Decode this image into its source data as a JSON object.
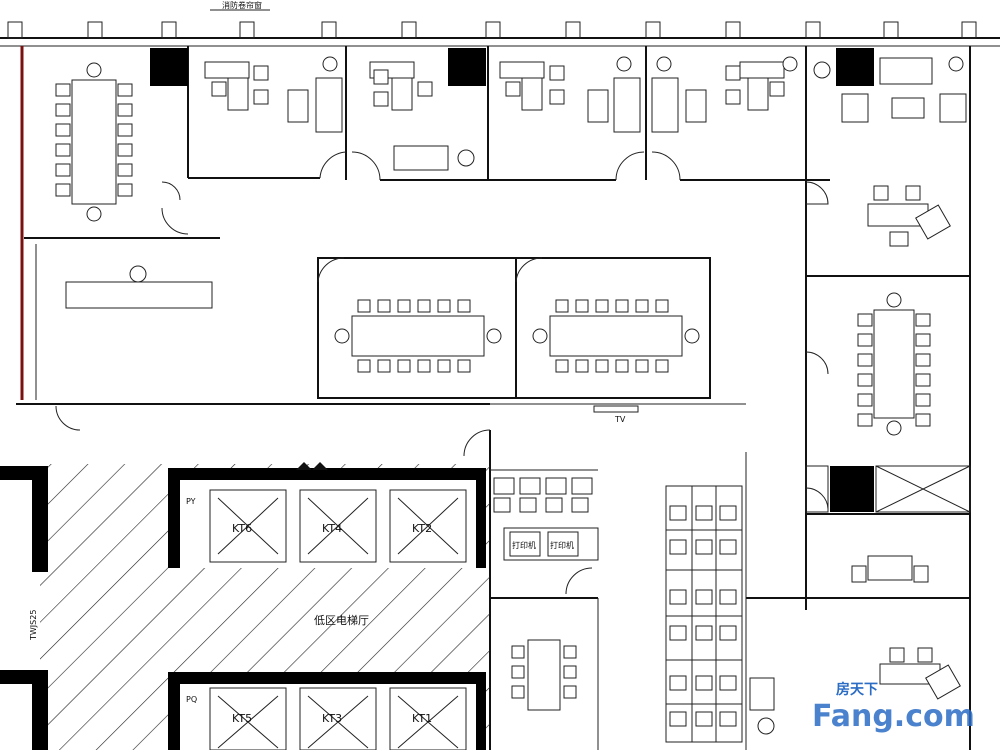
{
  "header_note": "消防卷帘窗",
  "lift_lobby_label": "低区电梯厅",
  "elevators": [
    "KT6",
    "KT4",
    "KT2",
    "KT5",
    "KT3",
    "KT1"
  ],
  "shaft_letters": [
    "PY",
    "PQ"
  ],
  "riser_label": "TWJS25",
  "printer_labels": [
    "打印机",
    "打印机"
  ],
  "tv_label": "TV",
  "watermark": {
    "brand_cn": "房天下",
    "brand_en": "Fang.com",
    "color": "#2b6cc4"
  }
}
